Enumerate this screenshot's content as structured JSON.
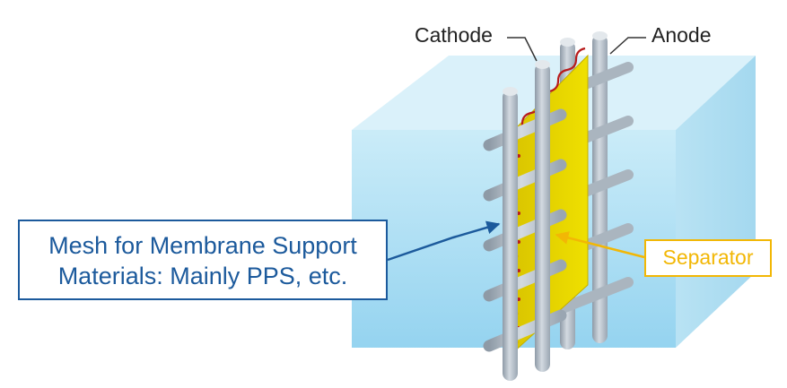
{
  "labels": {
    "cathode": "Cathode",
    "anode": "Anode",
    "mesh_line1": "Mesh for Membrane Support",
    "mesh_line2": "Materials: Mainly PPS, etc.",
    "separator": "Separator"
  },
  "colors": {
    "electrolyte_front": "#bfe6f5",
    "electrolyte_top": "#d8f0fa",
    "electrolyte_side": "#a9dcf0",
    "separator_fill": "#e6d400",
    "mesh_wave": "#b81c1c",
    "rod_fill": "#b8c2cc",
    "rod_edge": "#8e9aa6",
    "mesh_callout": "#1c5a9c",
    "separator_callout": "#f2b705"
  },
  "icons": {
    "callout_arrow_mesh": "arrow-right-icon",
    "callout_arrow_separator": "arrow-left-icon"
  }
}
